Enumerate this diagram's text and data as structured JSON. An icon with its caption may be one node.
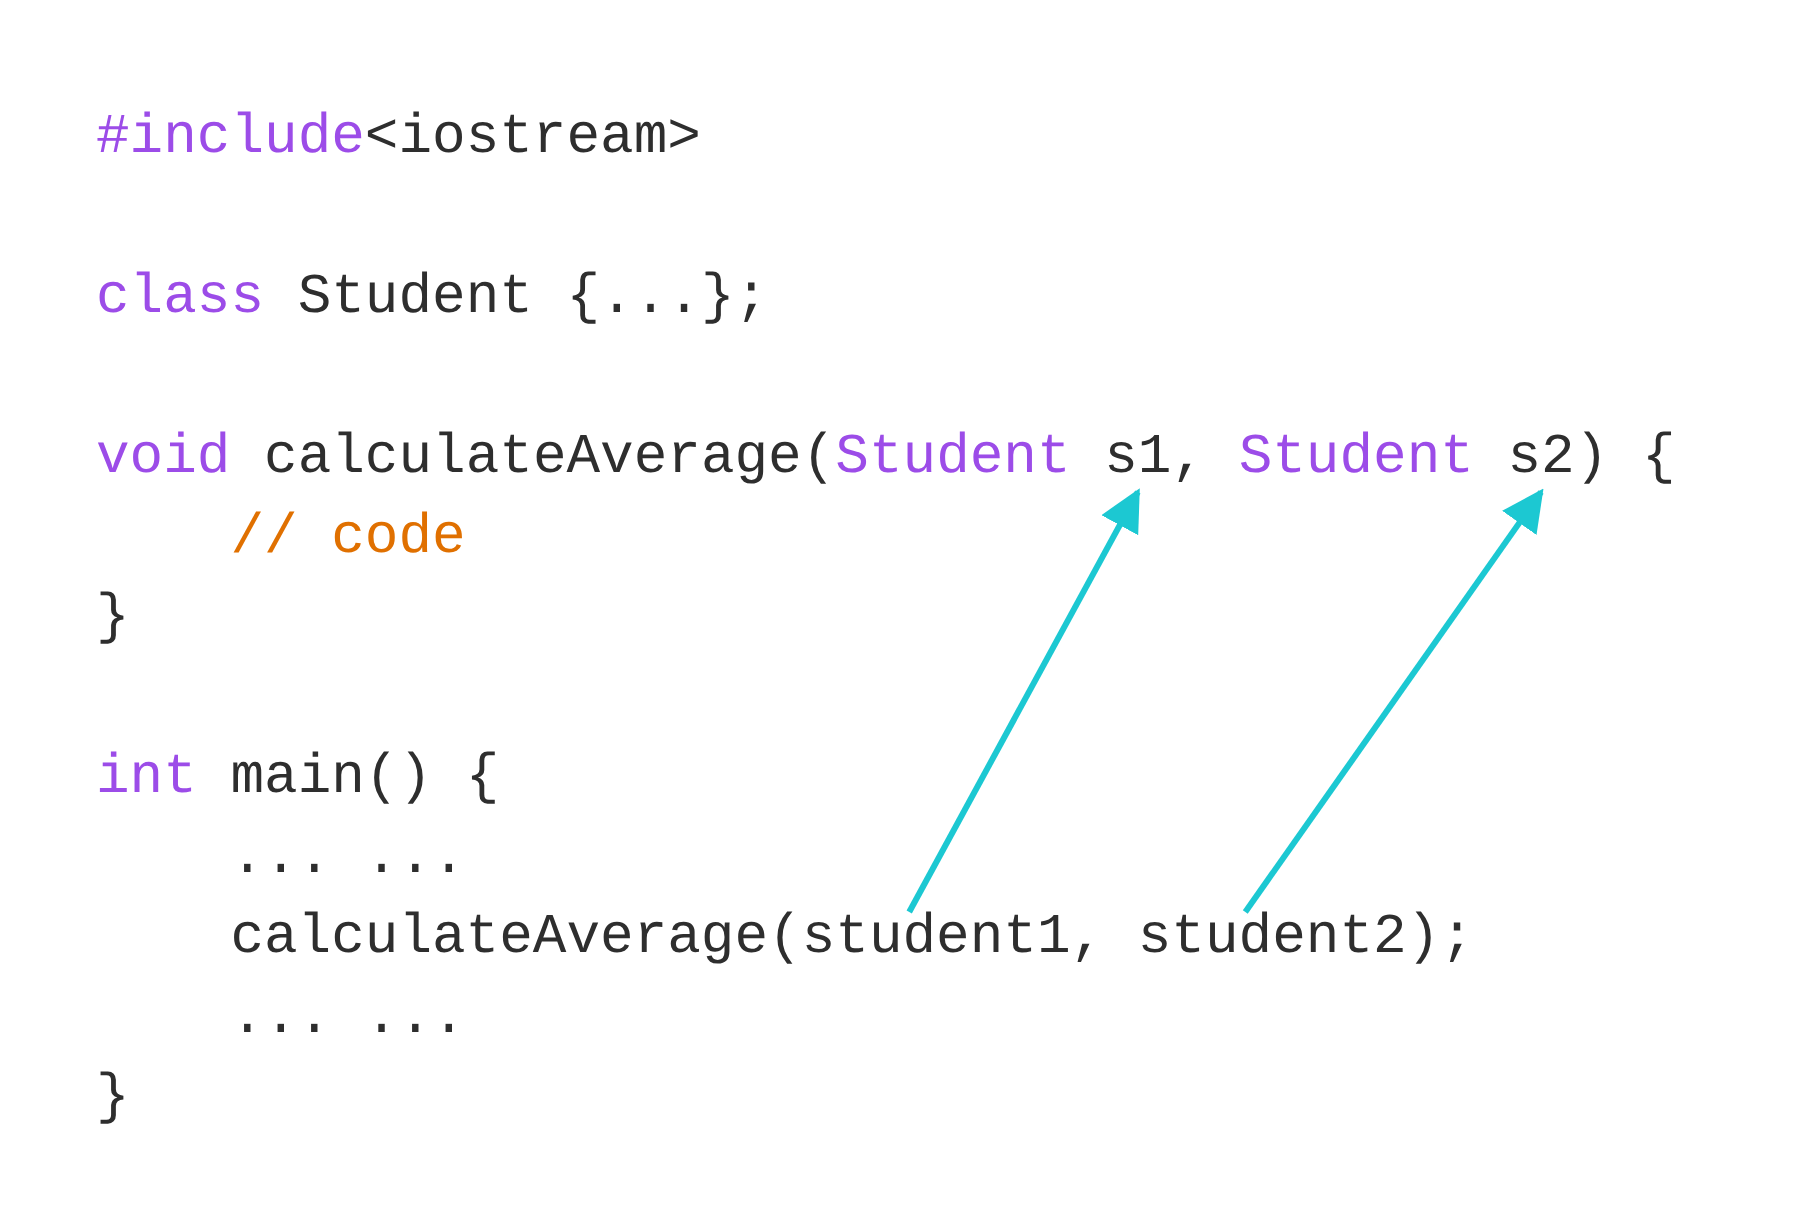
{
  "diagram": {
    "nodes": [
      {
        "text": [
          "s1"
        ]
      },
      {
        "text": [
          "s2"
        ]
      },
      {
        "text": [
          "student1"
        ]
      },
      {
        "text": [
          "student2"
        ]
      }
    ],
    "edges": [
      {
        "from": 2,
        "to": 0,
        "arrow": "to"
      },
      {
        "from": 3,
        "to": 1,
        "arrow": "to"
      }
    ],
    "labels": [
      "#include",
      "<iostream>",
      "class",
      "Student {...};",
      "void",
      "calculateAverage(",
      "Student",
      ",",
      "Student",
      ") {",
      "// code",
      "}",
      "int",
      "main() {",
      "... ...",
      "calculateAverage(",
      ",",
      ");",
      "... ...",
      "}"
    ]
  }
}
